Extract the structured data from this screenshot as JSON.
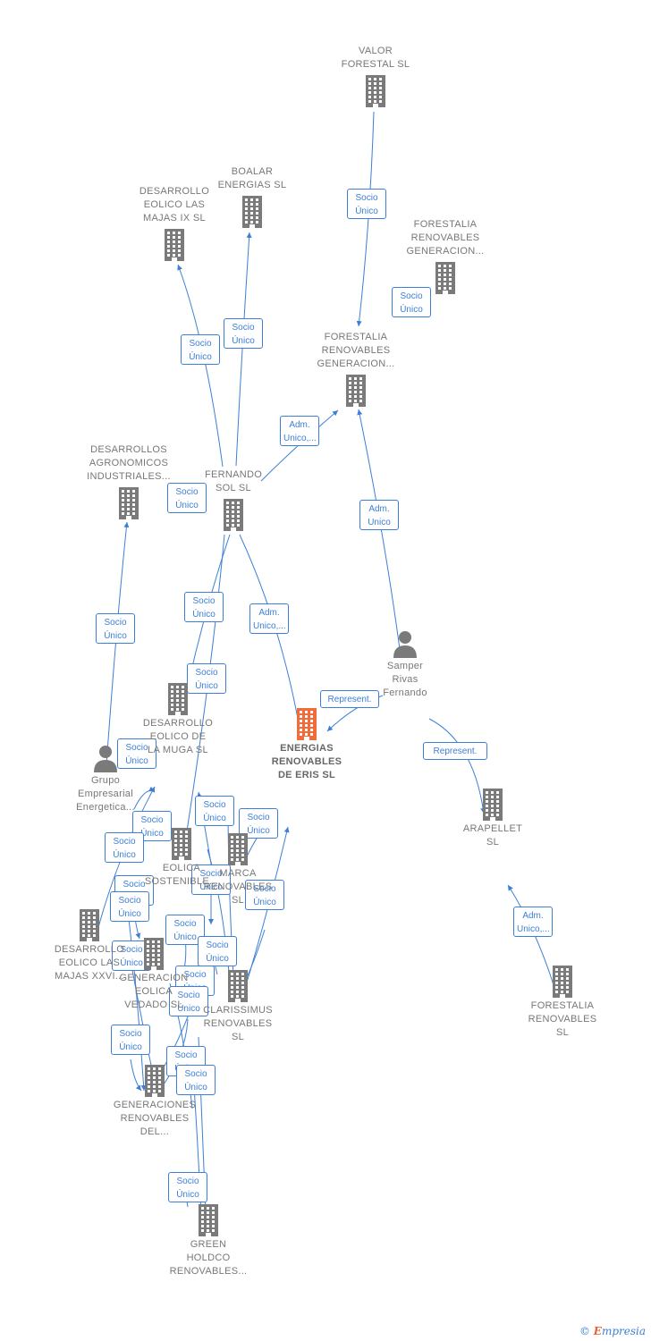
{
  "colors": {
    "building": "#7a7a7a",
    "central": "#f26b3a",
    "edge": "#3d7fd6",
    "person": "#7a7a7a"
  },
  "nodes": [
    {
      "id": "valor",
      "label": "VALOR\nFORESTAL SL",
      "icon": "building-icon"
    },
    {
      "id": "boalar",
      "label": "BOALAR\nENERGIAS  SL",
      "icon": "building-icon"
    },
    {
      "id": "majas9",
      "label": "DESARROLLO\nEOLICO LAS\nMAJAS IX  SL",
      "icon": "building-icon"
    },
    {
      "id": "forestalia_top",
      "label": "FORESTALIA\nRENOVABLES\nGENERACION...",
      "icon": "building-icon"
    },
    {
      "id": "forestalia_mid",
      "label": "FORESTALIA\nRENOVABLES\nGENERACION...",
      "icon": "building-icon"
    },
    {
      "id": "agronomicos",
      "label": "DESARROLLOS\nAGRONOMICOS\nINDUSTRIALES...",
      "icon": "building-icon"
    },
    {
      "id": "fernando",
      "label": "FERNANDO\nSOL SL",
      "icon": "building-icon"
    },
    {
      "id": "samper",
      "label": "Samper\nRivas\nFernando",
      "icon": "person-icon"
    },
    {
      "id": "muga",
      "label": "DESARROLLO\nEOLICO DE\nLA MUGA SL",
      "icon": "building-icon"
    },
    {
      "id": "eris",
      "label": "ENERGIAS\nRENOVABLES\nDE ERIS  SL",
      "icon": "building-icon",
      "central": true
    },
    {
      "id": "grupo",
      "label": "Grupo\nEmpresarial\nEnergetica...",
      "icon": "person-icon"
    },
    {
      "id": "arapellet",
      "label": "ARAPELLET\nSL",
      "icon": "building-icon"
    },
    {
      "id": "sostenible",
      "label": "EOLICA\nSOSTENIBLE...",
      "icon": "building-icon"
    },
    {
      "id": "marca",
      "label": "MARCA\nRENOVABLES\nSL",
      "icon": "building-icon"
    },
    {
      "id": "majas26",
      "label": "DESARROLLO\nEOLICO LAS\nMAJAS XXVI...",
      "icon": "building-icon"
    },
    {
      "id": "generacion",
      "label": "GENERACION\nEOLICA\nVEDADO SL",
      "icon": "building-icon"
    },
    {
      "id": "clarissimus",
      "label": "CLARISSIMUS\nRENOVABLES\nSL",
      "icon": "building-icon"
    },
    {
      "id": "forestalia_bot",
      "label": "FORESTALIA\nRENOVABLES\nSL",
      "icon": "building-icon"
    },
    {
      "id": "generaciones",
      "label": "GENERACIONES\nRENOVABLES\nDEL...",
      "icon": "building-icon"
    },
    {
      "id": "green",
      "label": "GREEN\nHOLDCO\nRENOVABLES...",
      "icon": "building-icon"
    }
  ],
  "edge_labels": [
    {
      "text": "Socio\nÚnico"
    },
    {
      "text": "Socio\nÚnico"
    },
    {
      "text": "Socio\nÚnico"
    },
    {
      "text": "Socio\nÚnico"
    },
    {
      "text": "Adm.\nUnico,..."
    },
    {
      "text": "Socio\nÚnico"
    },
    {
      "text": "Adm.\nUnico"
    },
    {
      "text": "Socio\nÚnico"
    },
    {
      "text": "Socio\nÚnico"
    },
    {
      "text": "Adm.\nUnico,..."
    },
    {
      "text": "Socio\nÚnico"
    },
    {
      "text": "Represent."
    },
    {
      "text": "Represent."
    },
    {
      "text": "Socio\nÚnico"
    },
    {
      "text": "Socio\nÚnico"
    },
    {
      "text": "Socio\nÚnico"
    },
    {
      "text": "Socio\nÚnico"
    },
    {
      "text": "Socio\nÚnico"
    },
    {
      "text": "Socio\nÚnico"
    },
    {
      "text": "Socio\nÚnico"
    },
    {
      "text": "Socio\nÚnico"
    },
    {
      "text": "Socio\nÚnico"
    },
    {
      "text": "Adm.\nUnico,..."
    },
    {
      "text": "Socio\nÚnico"
    },
    {
      "text": "Socio\nÚnico"
    },
    {
      "text": "Socio\nÚnico"
    },
    {
      "text": "Socio\nÚnico"
    },
    {
      "text": "Socio\nÚnico"
    },
    {
      "text": "Socio\nÚnico"
    },
    {
      "text": "Socio\nÚnico"
    },
    {
      "text": "Socio\nÚnico"
    },
    {
      "text": "Socio\nÚnico"
    },
    {
      "text": "Socio\nÚnico"
    }
  ],
  "watermark": {
    "copyright": "©",
    "brand_e": "E",
    "brand_rest": "mpresia"
  }
}
